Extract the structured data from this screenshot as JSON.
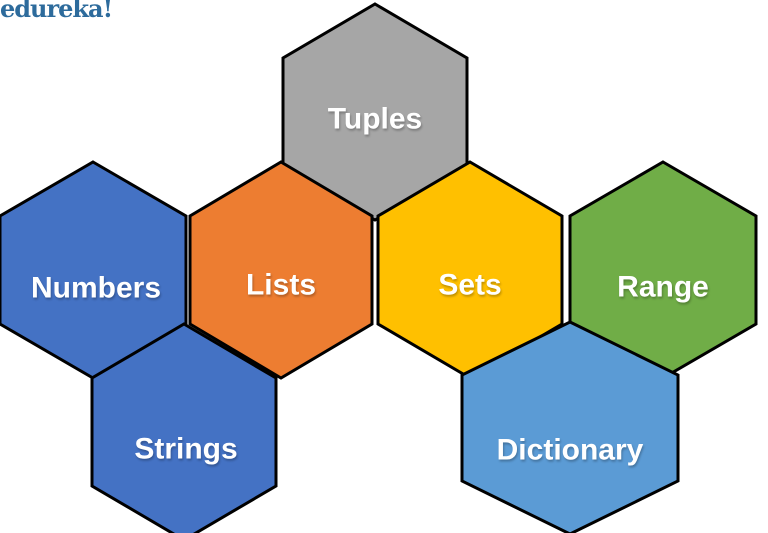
{
  "logo": {
    "text": "edureka!",
    "color": "#2D6B9C"
  },
  "diagram": {
    "description": "Python data types honeycomb",
    "outline_color": "#000000",
    "label_color": "#FFFFFF",
    "hexagons": [
      {
        "label": "Tuples",
        "color": "#A6A6A6"
      },
      {
        "label": "Numbers",
        "color": "#4472C4"
      },
      {
        "label": "Lists",
        "color": "#ED7D31"
      },
      {
        "label": "Sets",
        "color": "#FFC000"
      },
      {
        "label": "Range",
        "color": "#70AD47"
      },
      {
        "label": "Strings",
        "color": "#4472C4"
      },
      {
        "label": "Dictionary",
        "color": "#5B9BD5"
      }
    ]
  }
}
